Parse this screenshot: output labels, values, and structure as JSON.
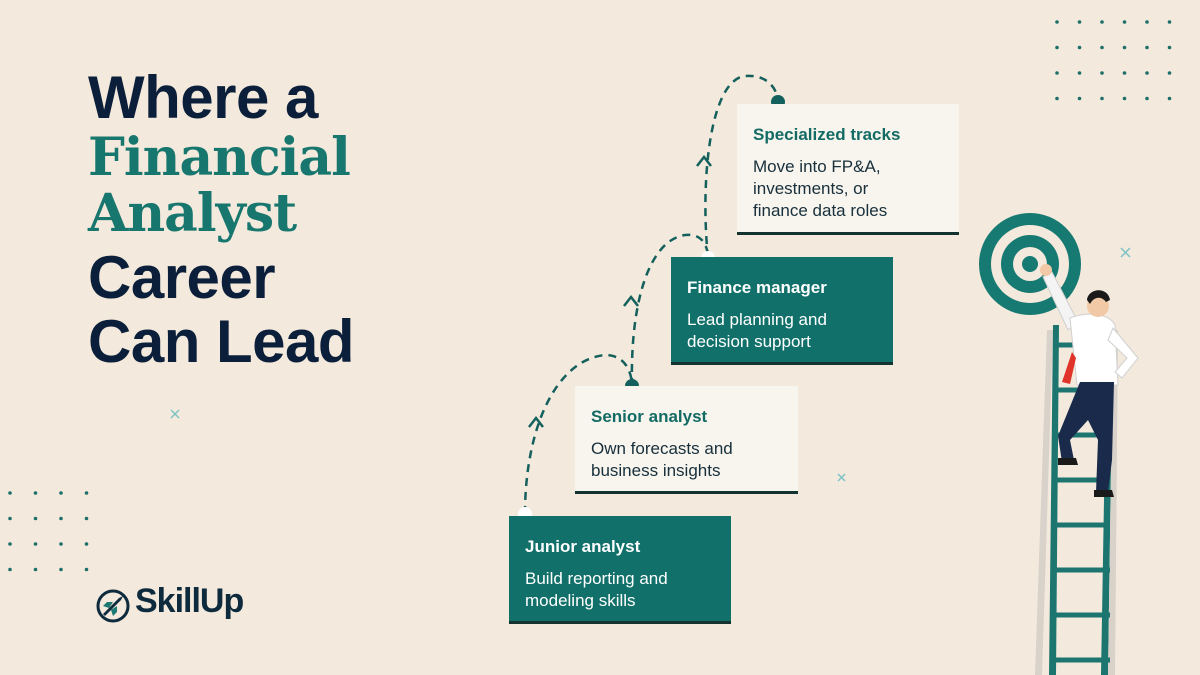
{
  "title": {
    "line1": "Where a",
    "line2": "Financial",
    "line3": "Analyst",
    "line4": "Career",
    "line5": "Can Lead"
  },
  "steps": [
    {
      "title": "Junior analyst",
      "desc": "Build reporting and\nmodeling skills"
    },
    {
      "title": "Senior analyst",
      "desc": "Own forecasts and\nbusiness insights"
    },
    {
      "title": "Finance manager",
      "desc": "Lead planning and\ndecision support"
    },
    {
      "title": "Specialized tracks",
      "desc": "Move into FP&A,\ninvestments, or\nfinance data roles"
    }
  ],
  "logo": {
    "name": "SkillUp"
  },
  "colors": {
    "background": "#f3e9dc",
    "navy": "#0b1f3a",
    "teal": "#17766e",
    "dark_card": "#11706a",
    "light_card": "#f8f4ee"
  }
}
